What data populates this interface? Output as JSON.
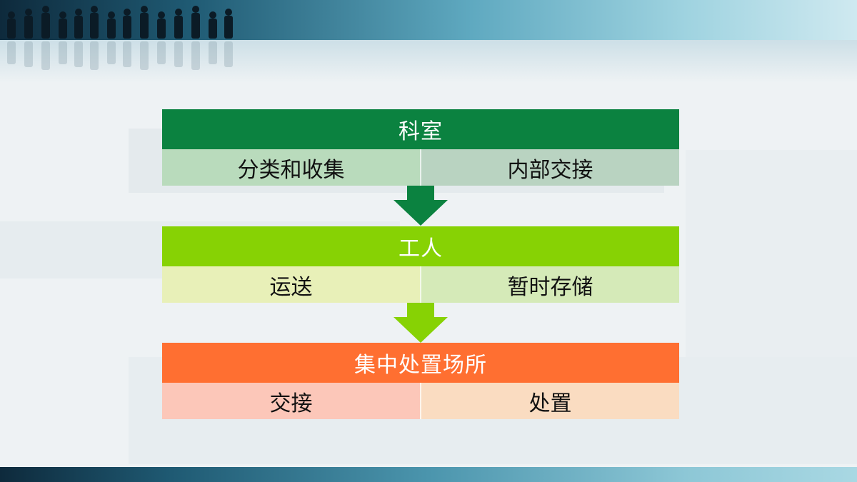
{
  "colors": {
    "stage1_header": "#0b8240",
    "stage1_left": "#b9dbbc",
    "stage1_right": "#b9d3c1",
    "stage2_header": "#87d204",
    "stage2_left": "#e8f0b8",
    "stage2_right": "#d5eab8",
    "stage3_header": "#ff6f31",
    "stage3_left": "#fcc7b9",
    "stage3_right": "#fadcc1",
    "arrow1": "#0b8240",
    "arrow2": "#87d204"
  },
  "flow": {
    "stages": [
      {
        "title": "科室",
        "items": [
          "分类和收集",
          "内部交接"
        ]
      },
      {
        "title": "工人",
        "items": [
          "运送",
          "暂时存储"
        ]
      },
      {
        "title": "集中处置场所",
        "items": [
          "交接",
          "处置"
        ]
      }
    ]
  }
}
